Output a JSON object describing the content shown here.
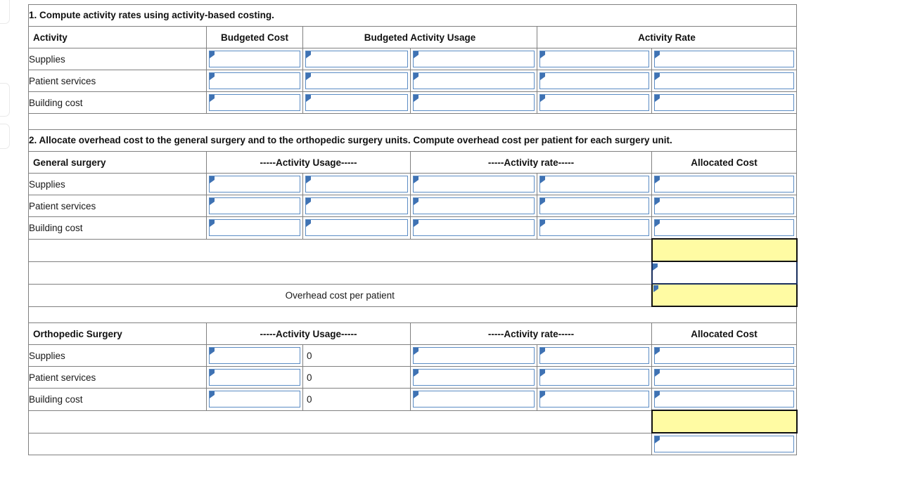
{
  "sections": [
    {
      "id": "section1",
      "instruction": "1. Compute activity rates using activity-based costing.",
      "headers": [
        "Activity",
        "Budgeted Cost",
        "Budgeted Activity Usage",
        "Activity Rate"
      ],
      "rows": [
        {
          "label": "Supplies"
        },
        {
          "label": "Patient services"
        },
        {
          "label": "Building cost"
        }
      ]
    },
    {
      "id": "section2",
      "instruction": "2. Allocate overhead cost to the general surgery and to the orthopedic surgery units. Compute overhead cost per patient for each surgery unit.",
      "headers": [
        "General surgery",
        "-----Activity Usage-----",
        "-----Activity rate-----",
        "Allocated Cost"
      ],
      "rows": [
        {
          "label": "Supplies"
        },
        {
          "label": "Patient services"
        },
        {
          "label": "Building cost"
        }
      ],
      "total_row_label": "",
      "subtotal_row_label": "",
      "per_patient_label": "Overhead cost per patient"
    },
    {
      "id": "section3",
      "headers": [
        "Orthopedic Surgery",
        "-----Activity Usage-----",
        "-----Activity rate-----",
        "Allocated Cost"
      ],
      "rows": [
        {
          "label": "Supplies",
          "usage_value": "0"
        },
        {
          "label": "Patient services",
          "usage_value": "0"
        },
        {
          "label": "Building cost",
          "usage_value": "0"
        }
      ]
    }
  ],
  "colors": {
    "header_blue": "#7daddf",
    "input_yellow": "#fffba3",
    "input_border": "#5b8cc4",
    "grid_line": "#808080"
  }
}
